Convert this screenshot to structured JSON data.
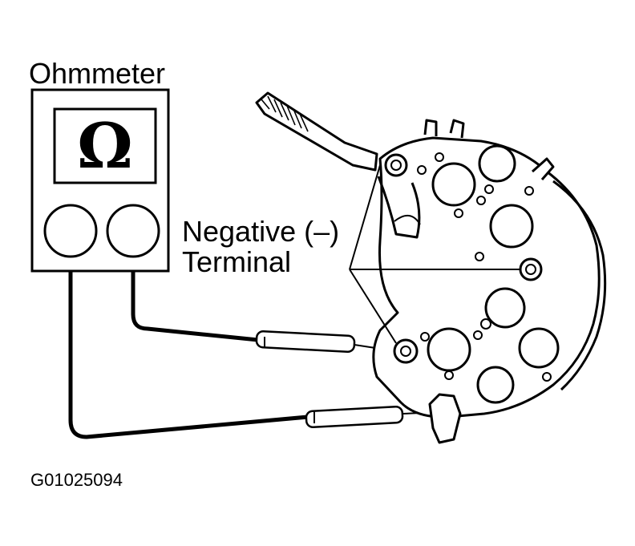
{
  "ohmmeter": {
    "label": "Ohmmeter",
    "symbol": "Ω"
  },
  "callout": {
    "line1": "Negative (–)",
    "line2": "Terminal"
  },
  "figure_id": "G01025094",
  "icons": [
    "ohm-symbol-icon",
    "meter-jack-icon",
    "test-probe-icon",
    "rectifier-assembly-icon"
  ],
  "colors": {
    "ink": "#000000",
    "paper": "#ffffff"
  }
}
